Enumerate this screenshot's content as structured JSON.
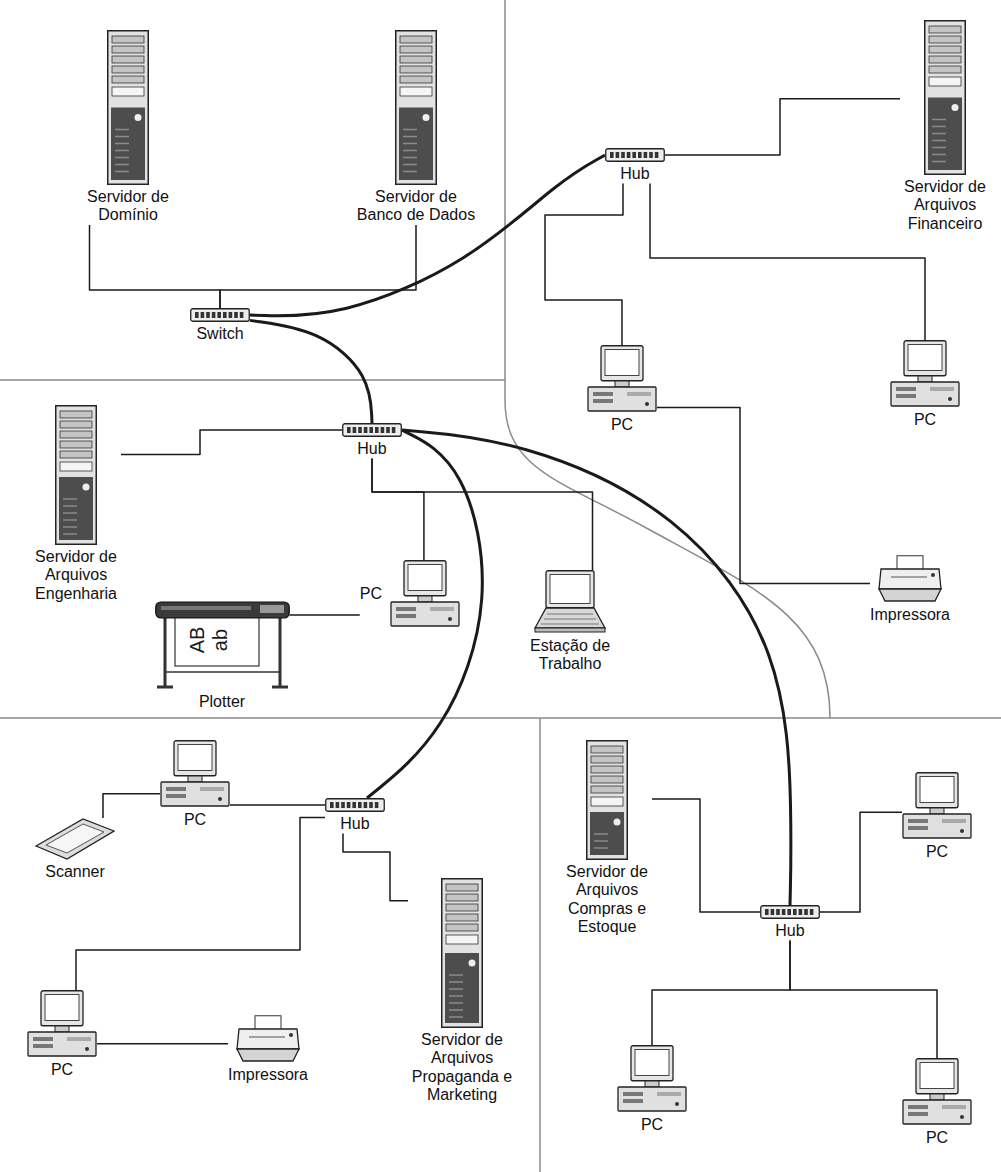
{
  "diagram": {
    "nodes": [
      {
        "text": [
          "Servidor de Domínio"
        ]
      },
      {
        "text": [
          "Servidor de Banco de Dados"
        ]
      },
      {
        "text": [
          "Switch"
        ]
      },
      {
        "text": [
          "Hub"
        ]
      },
      {
        "text": [
          "Servidor de Arquivos Financeiro"
        ]
      },
      {
        "text": [
          "Hub"
        ]
      },
      {
        "text": [
          "Servidor de Arquivos Engenharia"
        ]
      },
      {
        "text": [
          "PC"
        ]
      },
      {
        "text": [
          "PC"
        ]
      },
      {
        "text": [
          "Plotter"
        ]
      },
      {
        "text": [
          "PC"
        ]
      },
      {
        "text": [
          "Estação de Trabalho"
        ]
      },
      {
        "text": [
          "Impressora"
        ]
      },
      {
        "text": [
          "PC"
        ]
      },
      {
        "text": [
          "Scanner"
        ]
      },
      {
        "text": [
          "Hub"
        ]
      },
      {
        "text": [
          "Servidor de Arquivos Propaganda e Marketing"
        ]
      },
      {
        "text": [
          "PC"
        ]
      },
      {
        "text": [
          "Impressora"
        ]
      },
      {
        "text": [
          "Servidor de Arquivos Compras e Estoque"
        ]
      },
      {
        "text": [
          "PC"
        ]
      },
      {
        "text": [
          "Hub"
        ]
      },
      {
        "text": [
          "PC"
        ]
      },
      {
        "text": [
          "PC"
        ]
      }
    ],
    "edges": [
      {
        "from": 2,
        "to": 0,
        "arrow": "none"
      },
      {
        "from": 2,
        "to": 1,
        "arrow": "none"
      },
      {
        "from": 2,
        "to": 3,
        "arrow": "none"
      },
      {
        "from": 2,
        "to": 5,
        "arrow": "none"
      },
      {
        "from": 3,
        "to": 4,
        "arrow": "none"
      },
      {
        "from": 3,
        "to": 7,
        "arrow": "none"
      },
      {
        "from": 3,
        "to": 8,
        "arrow": "none"
      },
      {
        "from": 7,
        "to": 12,
        "arrow": "none"
      },
      {
        "from": 5,
        "to": 6,
        "arrow": "none"
      },
      {
        "from": 5,
        "to": 10,
        "arrow": "none"
      },
      {
        "from": 5,
        "to": 11,
        "arrow": "none"
      },
      {
        "from": 9,
        "to": 10,
        "arrow": "none"
      },
      {
        "from": 5,
        "to": 15,
        "arrow": "none"
      },
      {
        "from": 5,
        "to": 21,
        "arrow": "none"
      },
      {
        "from": 15,
        "to": 13,
        "arrow": "none"
      },
      {
        "from": 13,
        "to": 14,
        "arrow": "none"
      },
      {
        "from": 15,
        "to": 16,
        "arrow": "none"
      },
      {
        "from": 15,
        "to": 17,
        "arrow": "none"
      },
      {
        "from": 17,
        "to": 18,
        "arrow": "none"
      },
      {
        "from": 21,
        "to": 19,
        "arrow": "none"
      },
      {
        "from": 21,
        "to": 20,
        "arrow": "none"
      },
      {
        "from": 21,
        "to": 22,
        "arrow": "none"
      },
      {
        "from": 21,
        "to": 23,
        "arrow": "none"
      }
    ],
    "labels": [
      "AB",
      "ab"
    ]
  }
}
